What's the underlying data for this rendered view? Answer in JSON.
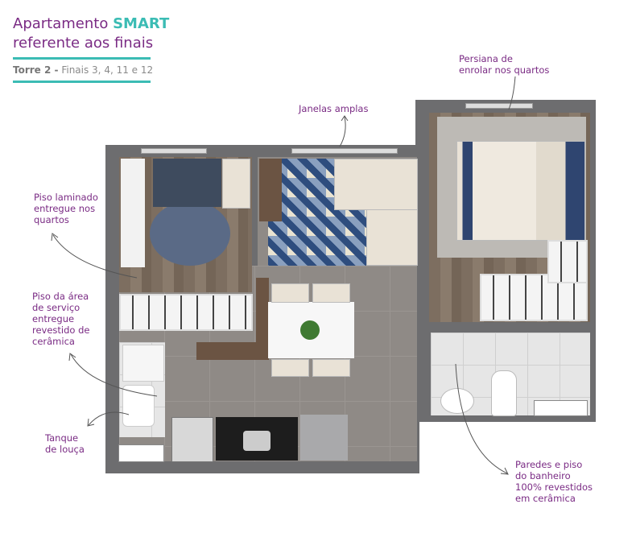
{
  "header": {
    "title_prefix": "Apartamento",
    "title_highlight": "SMART",
    "title_line2": "referente aos finais",
    "tower": "Torre 2 -",
    "finals": "Finais 3, 4, 11 e 12"
  },
  "annotations": {
    "blinds": [
      "Persiana de",
      "enrolar nos quartos"
    ],
    "windows": "Janelas amplas",
    "laminate": [
      "Piso laminado",
      "entregue nos",
      "quartos"
    ],
    "service_area": [
      "Piso da área",
      "de serviço",
      "entregue",
      "revestido de",
      "cerâmica"
    ],
    "sink": [
      "Tanque",
      "de louça"
    ],
    "bathroom": [
      "Paredes e piso",
      "do banheiro",
      "100% revestidos",
      "em cerâmica"
    ]
  },
  "colors": {
    "accent_purple": "#7a2b84",
    "accent_teal": "#3bbcb4"
  }
}
